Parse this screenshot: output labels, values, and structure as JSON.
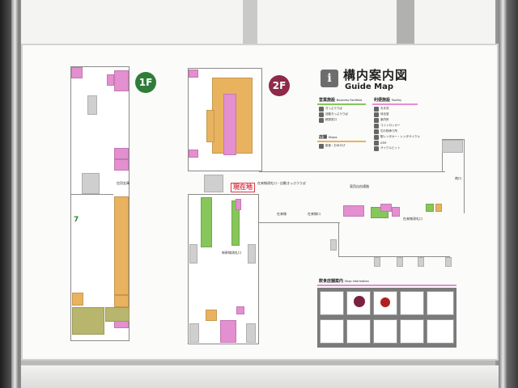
{
  "floors": {
    "f1": "1F",
    "f2": "2F"
  },
  "here_label": "現在地",
  "guide": {
    "title_jp": "構内案内図",
    "title_en": "Guide Map",
    "info_icon": "info-icon"
  },
  "legend": {
    "business_jp": "営業施設",
    "business_en": "Business Facilities",
    "shops_jp": "店舗",
    "shops_en": "Shops",
    "facility_jp": "利便施設",
    "facility_en": "Facility",
    "business_items": [
      "きっぷうりば",
      "自動きっぷうりば",
      "精算窓口"
    ],
    "shop_items": [
      "飲食・おみやげ"
    ],
    "facility_items": [
      "お手洗",
      "待合室",
      "案内所",
      "コインロッカー",
      "忘れ物承り所",
      "駅レンタカー・レンタサイクル",
      "ATM",
      "サイクルピット"
    ],
    "colors": {
      "business": "#86c65a",
      "shops": "#e9b25f",
      "facility": "#e48fcf"
    }
  },
  "map_labels": {
    "exit_mid": "在来線口",
    "exit_south": "南口",
    "concourse": "在来線改札口・自動きっぷうりば",
    "east_west": "東西自由通路",
    "transfer": "新幹線改札口",
    "conventional": "在来線",
    "east_exit": "在来線改札口",
    "bank": "信用金庫"
  },
  "restaurant_guide": {
    "title_jp": "飲食店舗案内",
    "title_en": "Shop information"
  },
  "palette": {
    "pink": "#e48fcf",
    "orange": "#e9b25f",
    "green": "#86c65a",
    "olive": "#b8b56d",
    "here": "#d83a4a",
    "badge1": "#2f7d3a",
    "badge2": "#8e2a4a"
  }
}
